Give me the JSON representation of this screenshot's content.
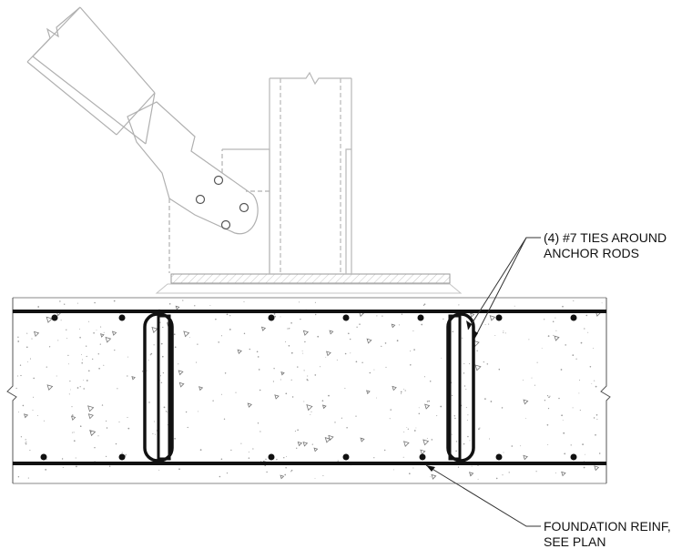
{
  "callouts": {
    "ties": {
      "line1": "(4) #7 TIES AROUND",
      "line2": "ANCHOR RODS"
    },
    "foundation": {
      "line1": "FOUNDATION REINF,",
      "line2": "SEE PLAN"
    }
  },
  "colors": {
    "ink": "#111111",
    "faint": "#b8b8b8",
    "concrete_speck": "#8a8a8a"
  }
}
